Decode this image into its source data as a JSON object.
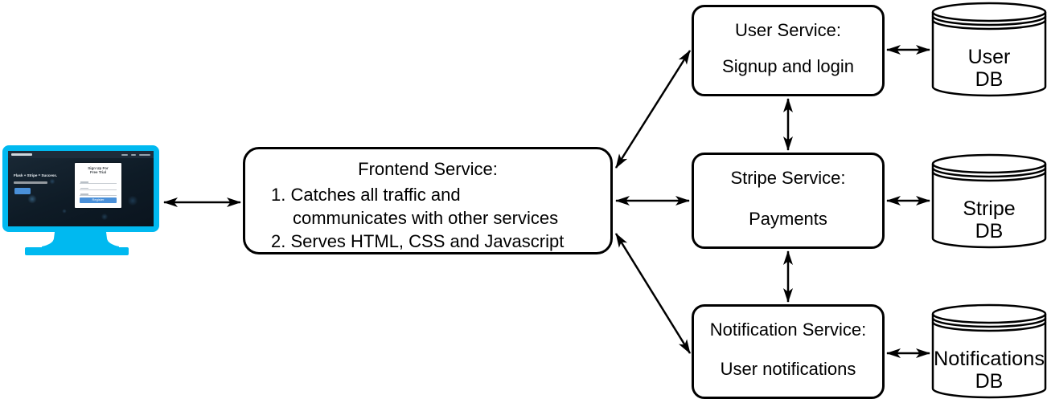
{
  "diagram": {
    "client": {
      "headline": "Flask + Stripe = Success.",
      "form_title_line1": "Sign Up For",
      "form_title_line2": "Free Trial",
      "register_label": "Register"
    },
    "frontend": {
      "title": "Frontend Service:",
      "lines": [
        "1. Catches all traffic and",
        "communicates with other services",
        "2. Serves HTML, CSS and Javascript"
      ]
    },
    "services": [
      {
        "id": "user-service",
        "title": "User Service:",
        "subtitle": "Signup and login"
      },
      {
        "id": "stripe-service",
        "title": "Stripe Service:",
        "subtitle": "Payments"
      },
      {
        "id": "notification-service",
        "title": "Notification Service:",
        "subtitle": "User notifications"
      }
    ],
    "databases": [
      {
        "id": "user-db",
        "line1": "User",
        "line2": "DB"
      },
      {
        "id": "stripe-db",
        "line1": "Stripe",
        "line2": "DB"
      },
      {
        "id": "notifications-db",
        "line1": "Notifications",
        "line2": "DB"
      }
    ],
    "colors": {
      "stroke": "#000000",
      "node_fill": "#ffffff",
      "monitor": "#00b9f0",
      "screen_background": "#0e1b26",
      "button_blue": "#4a90d9"
    }
  }
}
